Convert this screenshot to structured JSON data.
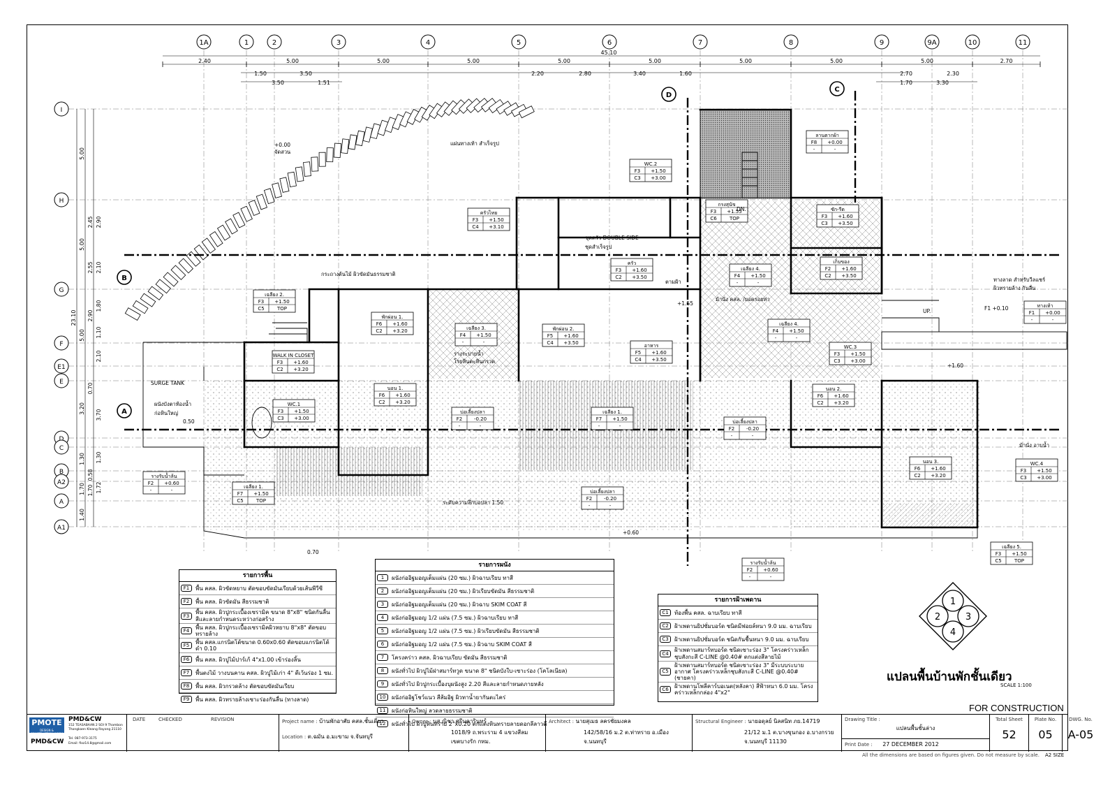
{
  "grid": {
    "columns": [
      "1A",
      "1",
      "2",
      "3",
      "4",
      "5",
      "6",
      "7",
      "8",
      "9",
      "9A",
      "10",
      "11"
    ],
    "rows": [
      "I",
      "H",
      "G",
      "F",
      "E1",
      "E",
      "D",
      "C",
      "B",
      "A2",
      "A",
      "A1"
    ],
    "overall": "45.10",
    "dims_top": [
      "2.40",
      "5.00",
      "5.00",
      "5.00",
      "5.00",
      "5.00",
      "5.00",
      "5.00",
      "5.00",
      "2.70"
    ],
    "dims_second": [
      "1.50",
      "3.50",
      "2.20",
      "2.80",
      "3.40",
      "1.60",
      "2.70",
      "2.30"
    ],
    "dims_third": [
      "3.50",
      "1.51",
      "1.70",
      "3.30"
    ],
    "dims_left_outer": [
      "5.00",
      "5.00",
      "5.00",
      "3.20",
      "1.30",
      "1.70",
      "1.40"
    ],
    "dims_left_inner": [
      "2.45",
      "2.90",
      "2.55",
      "2.10",
      "1.80",
      "2.90",
      "1.10",
      "2.10",
      "0.70",
      "3.70",
      "1.30",
      "0.58",
      "1.72",
      "1.70"
    ],
    "left_total": "23.10"
  },
  "section_markers": [
    "A",
    "B",
    "C",
    "D"
  ],
  "rooms": [
    {
      "name": "เฉลียง 2.",
      "a": "F3",
      "av": "+1.50",
      "b": "C5",
      "bv": "TOP"
    },
    {
      "name": "WALK IN CLOSET",
      "a": "F3",
      "av": "+1.60",
      "b": "C2",
      "bv": "+3.20"
    },
    {
      "name": "พักผ่อน 1.",
      "a": "F6",
      "av": "+1.60",
      "b": "C2",
      "bv": "+3.20"
    },
    {
      "name": "เฉลียง 3.",
      "a": "F4",
      "av": "+1.50",
      "b": "-",
      "bv": "-"
    },
    {
      "name": "ครัวไทย",
      "a": "F3",
      "av": "+1.50",
      "b": "C4",
      "bv": "+3.10"
    },
    {
      "name": "WC.2",
      "a": "F3",
      "av": "+1.50",
      "b": "C3",
      "bv": "+3.00"
    },
    {
      "name": "ครัว",
      "a": "F3",
      "av": "+1.60",
      "b": "C2",
      "bv": "+3.50"
    },
    {
      "name": "พักผ่อน 2.",
      "a": "F5",
      "av": "+1.60",
      "b": "C4",
      "bv": "+3.50"
    },
    {
      "name": "อาหาร",
      "a": "F5",
      "av": "+1.60",
      "b": "C4",
      "bv": "+3.50"
    },
    {
      "name": "กรงสุนัข",
      "a": "F3",
      "av": "+1.55",
      "b": "C6",
      "bv": "TOP"
    },
    {
      "name": "เฉลียง 4.",
      "a": "F4",
      "av": "+1.50",
      "b": "-",
      "bv": "-"
    },
    {
      "name": "เฉลียง 4.",
      "a": "F4",
      "av": "+1.50",
      "b": "-",
      "bv": "-"
    },
    {
      "name": "ลานตากผ้า",
      "a": "F8",
      "av": "+0.00",
      "b": "-",
      "bv": "-"
    },
    {
      "name": "ซัก-รีด",
      "a": "F3",
      "av": "+1.60",
      "b": "C3",
      "bv": "+3.50"
    },
    {
      "name": "เก็บของ",
      "a": "F2",
      "av": "+1.60",
      "b": "C2",
      "bv": "+3.50"
    },
    {
      "name": "ทางเท้า",
      "a": "F1",
      "av": "+0.00",
      "b": "-",
      "bv": "-"
    },
    {
      "name": "WC.3",
      "a": "F3",
      "av": "+1.50",
      "b": "C3",
      "bv": "+3.00"
    },
    {
      "name": "WC.1",
      "a": "F3",
      "av": "+1.50",
      "b": "C3",
      "bv": "+3.00"
    },
    {
      "name": "นอน 1.",
      "a": "F6",
      "av": "+1.60",
      "b": "C2",
      "bv": "+3.20"
    },
    {
      "name": "บ่อเลี้ยงปลา",
      "a": "F2",
      "av": "-0.20",
      "b": "-",
      "bv": "-"
    },
    {
      "name": "เฉลียง 1.",
      "a": "F7",
      "av": "+1.50",
      "b": "-",
      "bv": "-"
    },
    {
      "name": "บ่อเลี้ยงปลา",
      "a": "F2",
      "av": "-0.20",
      "b": "-",
      "bv": "-"
    },
    {
      "name": "นอน 2.",
      "a": "F6",
      "av": "+1.60",
      "b": "C2",
      "bv": "+3.20"
    },
    {
      "name": "นอน 3.",
      "a": "F6",
      "av": "+1.60",
      "b": "C2",
      "bv": "+3.20"
    },
    {
      "name": "WC.4",
      "a": "F3",
      "av": "+1.50",
      "b": "C3",
      "bv": "+3.00"
    },
    {
      "name": "รางรับน้ำล้น",
      "a": "F2",
      "av": "+0.60",
      "b": "-",
      "bv": "-"
    },
    {
      "name": "เฉลียง 1.",
      "a": "F7",
      "av": "+1.50",
      "b": "C5",
      "bv": "TOP"
    },
    {
      "name": "บ่อเลี้ยงปลา",
      "a": "F2",
      "av": "-0.20",
      "b": "-",
      "bv": "-"
    },
    {
      "name": "รางรับน้ำล้น",
      "a": "F2",
      "av": "+0.60",
      "b": "-",
      "bv": "-"
    },
    {
      "name": "เฉลียง 5.",
      "a": "F3",
      "av": "+1.50",
      "b": "C5",
      "bv": "TOP"
    }
  ],
  "annotations": [
    {
      "text": "+0.00"
    },
    {
      "text": "จัดสวน"
    },
    {
      "text": "แผ่นทางเท้า สำเร็จรูป"
    },
    {
      "text": "กระถางต้นไม้ ผิวขัดมันธรรมชาติ"
    },
    {
      "text": "SURGE TANK"
    },
    {
      "text": "ผนังบังตาท้องน้ำ"
    },
    {
      "text": "ก่อหินใหญ่"
    },
    {
      "text": "รางระบายน้ำ"
    },
    {
      "text": "โรยหินตะหินกรวด"
    },
    {
      "text": "ชุดครัว DOUBLE SIDE"
    },
    {
      "text": "ชุดสำเร็จรูป"
    },
    {
      "text": "ม้านั่ง คสล. /ยอดรอยท่า"
    },
    {
      "text": "ทางลาด สำหรับวีลแชร์"
    },
    {
      "text": "ผิวทรายล้าง กันลื่น"
    },
    {
      "text": "ระดับความลึกบ่อปลา 1.50"
    },
    {
      "text": "ม้านั่ง อาบน้ำ"
    },
    {
      "text": "UP."
    },
    {
      "text": "DN."
    },
    {
      "text": "F1 +0.10"
    },
    {
      "text": "+1.60"
    },
    {
      "text": "+1.55"
    },
    {
      "text": "ตามฝ้า"
    },
    {
      "text": "+0.60"
    },
    {
      "text": "0.50"
    },
    {
      "text": "0.70"
    }
  ],
  "floor_legend": {
    "title": "รายการพื้น",
    "items": [
      {
        "code": "F1",
        "text": "พื้น คสล. ผิวขัดหยาบ ตัดขอบขัดมันเรียบด้วยเส้นพีวีซี"
      },
      {
        "code": "F2",
        "text": "พื้น คสล. ผิวขัดมัน สีธรรมชาติ"
      },
      {
        "code": "F3",
        "text": "พื้น คสล. ผิวปูกระเบื้องเซรามิค ขนาด 8\"x8\" ชนิดกันลื่น สีและลายกำหนดระหว่างก่อสร้าง"
      },
      {
        "code": "F4",
        "text": "พื้น คสล. ผิวปูกระเบื้องเซรามิคผิวหยาบ 8\"x8\" ตัดขอบทรายล้าง"
      },
      {
        "code": "F5",
        "text": "พื้น คสล.แกรนิตโต้ขนาด 0.60x0.60 ตัดขอบแกรนิตโต้ดำ 0.10"
      },
      {
        "code": "F6",
        "text": "พื้น คสล. ผิวปูไม้ปาร์เก้ 4\"x1.00 เข้าร่องลิ้น"
      },
      {
        "code": "F7",
        "text": "พื้นตงไม้ วางบนคาน คสล. ผิวปูไม้เก่า 4\" ตีเว้นร่อง 1 ซม."
      },
      {
        "code": "F8",
        "text": "พื้น คสล. ผิวกรวดล้าง ตัดขอบขัดมันเรียบ"
      },
      {
        "code": "F9",
        "text": "พื้น คสล. ผิวทรายล้างเซาะร่องกันลื่น (ทางลาด)"
      }
    ]
  },
  "wall_legend": {
    "title": "รายการผนัง",
    "items": [
      {
        "code": "1",
        "text": "ผนังก่ออิฐมอญเต็มแผ่น (20 ซม.) ผิวฉาบเรียบ ทาสี"
      },
      {
        "code": "2",
        "text": "ผนังก่ออิฐมอญเต็มแผ่น (20 ซม.) ผิวเรียบขัดมัน สีธรรมชาติ"
      },
      {
        "code": "3",
        "text": "ผนังก่ออิฐมอญเต็มแผ่น (20 ซม.) ผิวฉาบ SKIM COAT สี"
      },
      {
        "code": "4",
        "text": "ผนังก่ออิฐมอญ 1/2 แผ่น (7.5 ซม.) ผิวฉาบเรียบ ทาสี"
      },
      {
        "code": "5",
        "text": "ผนังก่ออิฐมอญ 1/2 แผ่น (7.5 ซม.) ผิวเรียบขัดมัน สีธรรมชาติ"
      },
      {
        "code": "6",
        "text": "ผนังก่ออิฐมอญ 1/2 แผ่น (7.5 ซม.) ผิวฉาบ SKIM COAT สี"
      },
      {
        "code": "7",
        "text": "โครงคร่าว คสล. ผิวฉาบเรียบ ขัดมัน สีธรรมชาติ"
      },
      {
        "code": "8",
        "text": "ผนังทั่วไป ผิวปูไม้ฝาสมาร์ทวูด ขนาด 8\" ชนิดบังใบ-เซาะร่อง (โคโลเนียล)"
      },
      {
        "code": "9",
        "text": "ผนังทั่วไป ผิวปูกระเบื้องบุผนังสูง 2.20 สีและลายกำหนดภายหลัง"
      },
      {
        "code": "10",
        "text": "ผนังก่ออิฐโชว์แนว สีส้มอิฐ ผิวทาน้ำยากันตะไคร่"
      },
      {
        "code": "11",
        "text": "ผนังก่อหินใหญ่ ลวดลายธรรมชาติ"
      },
      {
        "code": "12",
        "text": "ผนังทั่วไป ผิวปูหินทราย 2\"x0.20 ตกแต่งหินทรายลายดอกลีลาวดี"
      }
    ]
  },
  "ceiling_legend": {
    "title": "รายการฝ้าเพดาน",
    "items": [
      {
        "code": "C1",
        "text": "ท้องพื้น คสล. ฉาบเรียบ ทาสี"
      },
      {
        "code": "C2",
        "text": "ฝ้าเพดานยิปซั่มบอร์ด ชนิดมีฟอยล์หนา 9.0 มม. ฉาบเรียบ"
      },
      {
        "code": "C3",
        "text": "ฝ้าเพดานยิปซั่มบอร์ด ชนิดกันชื้นหนา 9.0 มม. ฉาบเรียบ"
      },
      {
        "code": "C4",
        "text": "ฝ้าเพดานสมาร์ทบอร์ด ชนิดเซาะร่อง 3\" โครงคร่าวเหล็กชุบสังกะสี C-LINE @0.40# ตกแต่งสีลายไม้"
      },
      {
        "code": "C5",
        "text": "ฝ้าเพดานสมาร์ทบอร์ด ชนิดเซาะร่อง 3\" มีระบบระบายอากาศ โครงคร่าวเหล็กชุบสังกะสี C-LINE @0.40# (ชายคา)"
      },
      {
        "code": "C6",
        "text": "ฝ้าเพดานโพลีคาร์บอเนต(หลังคา) สีฟ้าหนา 6.0 มม. โครงคร่าวเหล็กกล่อง 4\"x2\""
      }
    ]
  },
  "key_plan": [
    "1",
    "2",
    "3",
    "4"
  ],
  "plan_title": "แปลนพื้นบ้านพักชั้นเดียว",
  "plan_scale": "SCALE 1:100",
  "for_construction": "FOR CONSTRUCTION",
  "title_block": {
    "firm": "PMD&CW",
    "logo": "PMOTE",
    "logo_sub": "DESIGN & CONSTRUCTION WORK",
    "firm_address": "152 TEASABAAN 2 SOI 9 Thambon Thongkaen Kleang Rayong 21110",
    "firm_tel": "Tel. 087-973-3175",
    "firm_email": "Email: fioz14.8@gmail.com",
    "firm_bottom": "PMD&CW",
    "rev_headers": [
      "DATE",
      "CHECKED",
      "REVISION"
    ],
    "project_label": "Project name :",
    "project": "บ้านพักอาศัย คสล.ชั้นเดียว",
    "location_label": "Location :",
    "location": "ต.ฉมัน อ.มะขาม จ.จันทบุรี",
    "owner_label": "Owner :",
    "owner": "นส.ณิชา ศรีนคารินทร์",
    "owner_addr1": "1018/9 ถ.พระราม 4 แขวงสีลม",
    "owner_addr2": "เขตบางรัก กทม.",
    "architect_label": "Architect :",
    "architect": "นายสุเมธ ลครชัยมงคล",
    "architect_addr1": "142/58/16 ม.2 ต.ท่าทราย อ.เมือง",
    "architect_addr2": "จ.นนทบุรี",
    "engineer_label": "Structural Engineer :",
    "engineer": "นายอดุลย์ นิลสนิท ภย.14719",
    "engineer_addr1": "21/12 ม.1 ต.บางขุนกอง อ.บางกรวย",
    "engineer_addr2": "จ.นนทบุรี 11130",
    "drawing_title_label": "Drawing Title :",
    "drawing_title": "แปลนพื้นชั้นล่าง",
    "print_date_label": "Print Date :",
    "print_date": "27 DECEMBER 2012",
    "total_sheet_label": "Total Sheet",
    "total_sheet": "52",
    "plate_no_label": "Plate No.",
    "plate_no": "05",
    "dwg_no_label": "DWG. No.",
    "dwg_no": "A-05"
  },
  "footnote": "All the dimensions are based on figures given. Do not measure by scale.",
  "paper_size": "A2 SIZE"
}
